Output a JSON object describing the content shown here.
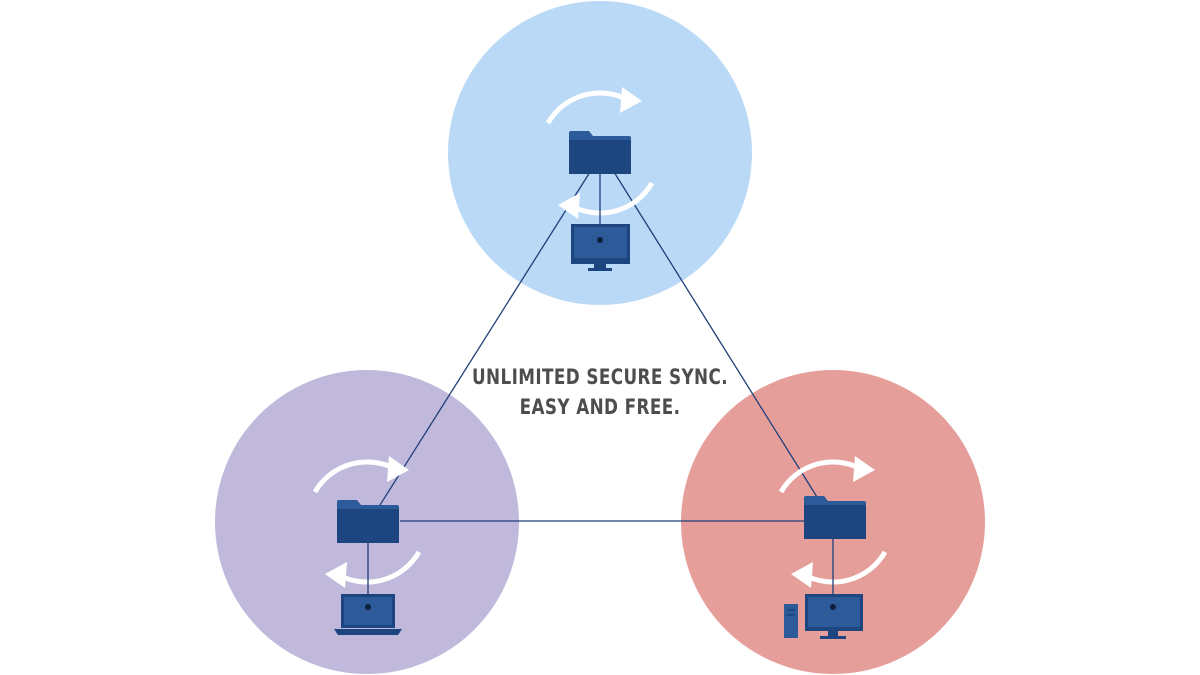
{
  "tagline": {
    "line1": "UNLIMITED SECURE SYNC.",
    "line2": "EASY AND FREE."
  },
  "colors": {
    "background": "#ffffff",
    "top_circle": "#bad9f6",
    "left_circle": "#c0b9dc",
    "right_circle": "#e69e9b",
    "device": "#1d4580",
    "device_light": "#2d5a98",
    "line": "#1f3f78",
    "sync_ring": "#ffffff",
    "text": "#4d4d4d"
  },
  "nodes": [
    {
      "id": "top",
      "device": "monitor-icon",
      "folder": "folder-icon",
      "sync": "sync-arrows-icon"
    },
    {
      "id": "left",
      "device": "laptop-icon",
      "folder": "folder-icon",
      "sync": "sync-arrows-icon"
    },
    {
      "id": "right",
      "device": "desktop-tower-icon",
      "folder": "folder-icon",
      "sync": "sync-arrows-icon"
    }
  ]
}
